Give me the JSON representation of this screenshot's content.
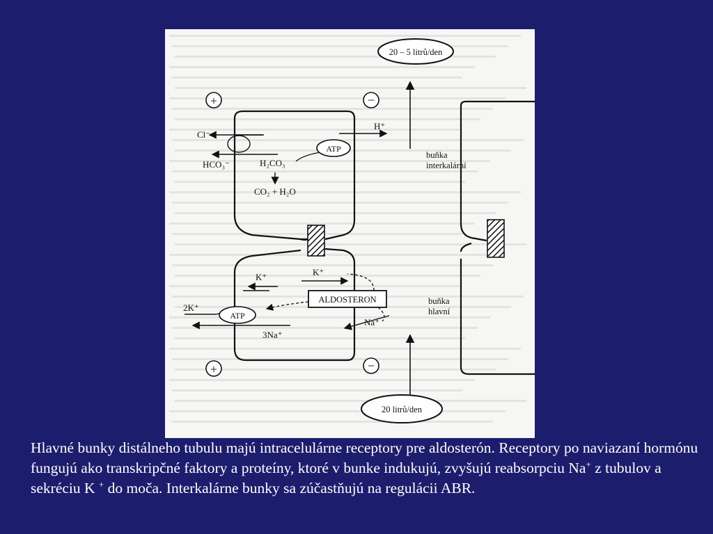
{
  "diagram": {
    "flow_top": "20 – 5 litrů/den",
    "flow_bottom": "20 litrů/den",
    "intercalated_cell_label": [
      "buňka",
      "interkalární"
    ],
    "principal_cell_label": [
      "buňka",
      "hlavní"
    ],
    "plus_sign": "+",
    "minus_sign": "−",
    "chloride": "Cl⁻",
    "bicarbonate": "HCO₃⁻",
    "carbonic_acid": "H₂CO₃",
    "co2_water": "CO₂ + H₂O",
    "proton": "H⁺",
    "atp": "ATP",
    "potassium": "K⁺",
    "potassium_2": "2K⁺",
    "sodium_3": "3Na⁺",
    "sodium": "Na⁺",
    "aldosterone": "ALDOSTERON"
  },
  "caption": {
    "text_1": "Hlavné bunky distálneho tubulu majú intracelulárne receptory pre aldosterón. Receptory po naviazaní hormónu fungujú ako transkripčné faktory a proteíny, ktoré v bunke indukujú, zvyšujú reabsorpciu  Na",
    "sup_1": "+",
    "text_2": " z tubulov a sekréciu  K ",
    "sup_2": "+",
    "text_3": " do moča. Interkalárne bunky sa zúčastňujú na regulácii ABR."
  }
}
